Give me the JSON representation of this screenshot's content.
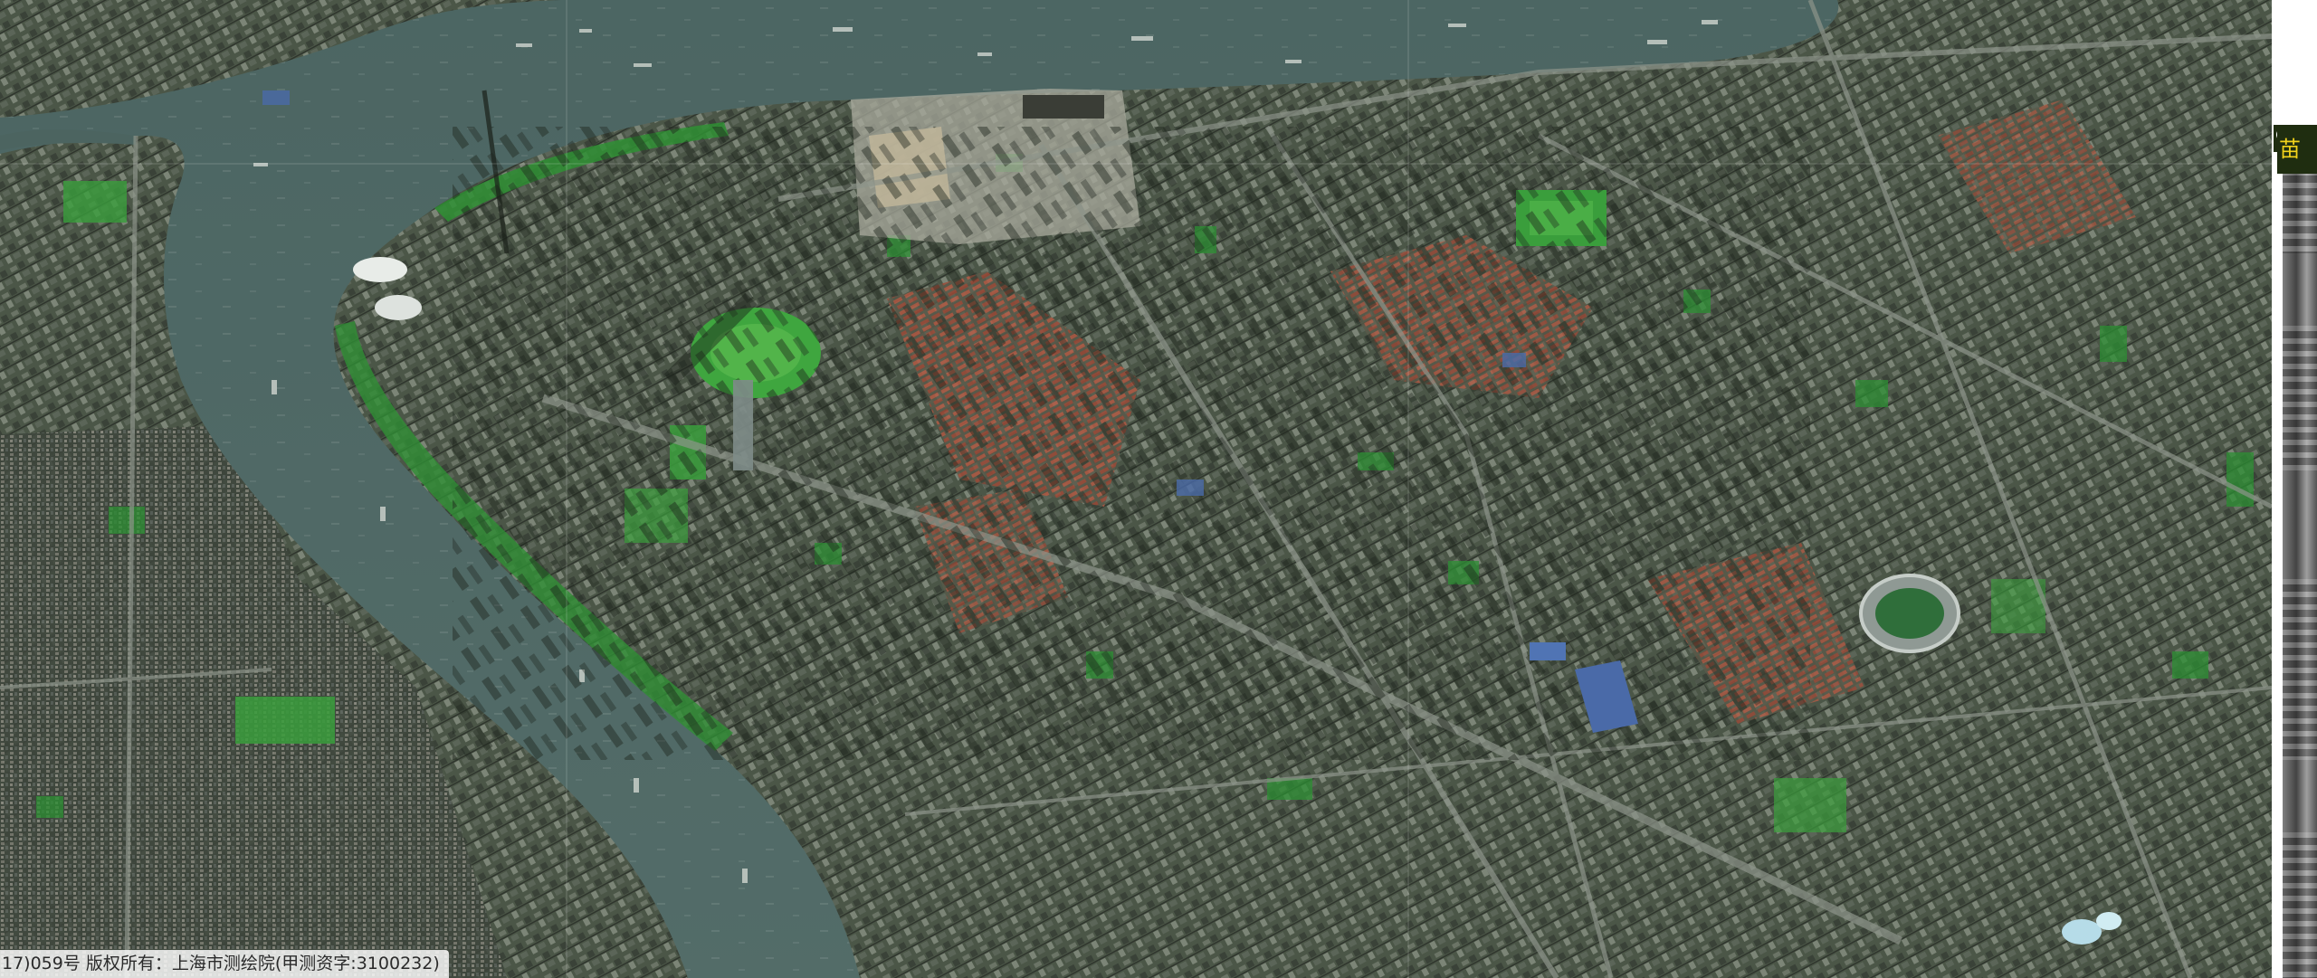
{
  "map": {
    "kind": "satellite-imagery",
    "region": "Shanghai",
    "colors": {
      "river": "#4e6663",
      "urban": "#505a4c",
      "vegetation": "#2f9a36",
      "red_roofs": "#a8503e",
      "blue_roofs": "#4a6aa8"
    },
    "copyright": "17)059号 版权所有：上海市测绘院(甲测资字:3100232)"
  },
  "layer_switcher": {
    "label": "苗",
    "icon": "map-pin-icon"
  }
}
